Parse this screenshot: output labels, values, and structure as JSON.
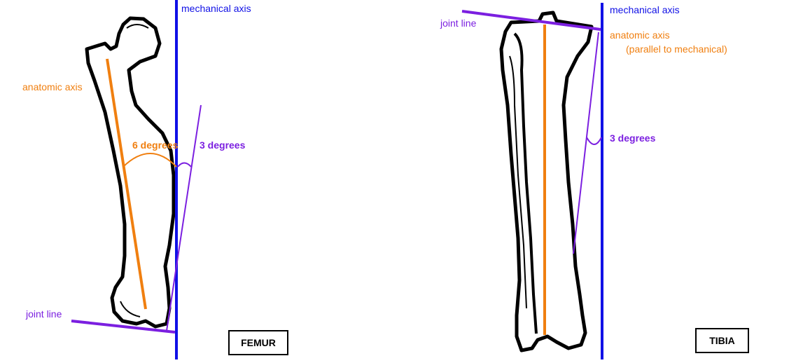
{
  "colors": {
    "mechanical": "#1010e6",
    "anatomic": "#f07f10",
    "joint": "#7b1fe0",
    "bone": "#000000"
  },
  "femur": {
    "mechanical_axis_label": "mechanical axis",
    "anatomic_axis_label": "anatomic axis",
    "anatomic_angle_label": "6 degrees",
    "joint_angle_label": "3 degrees",
    "joint_line_label": "joint line",
    "title": "FEMUR"
  },
  "tibia": {
    "mechanical_axis_label": "mechanical axis",
    "joint_line_label": "joint line",
    "anatomic_axis_label": "anatomic axis",
    "anatomic_axis_note": "(parallel to mechanical)",
    "joint_angle_label": "3 degrees",
    "title": "TIBIA"
  }
}
